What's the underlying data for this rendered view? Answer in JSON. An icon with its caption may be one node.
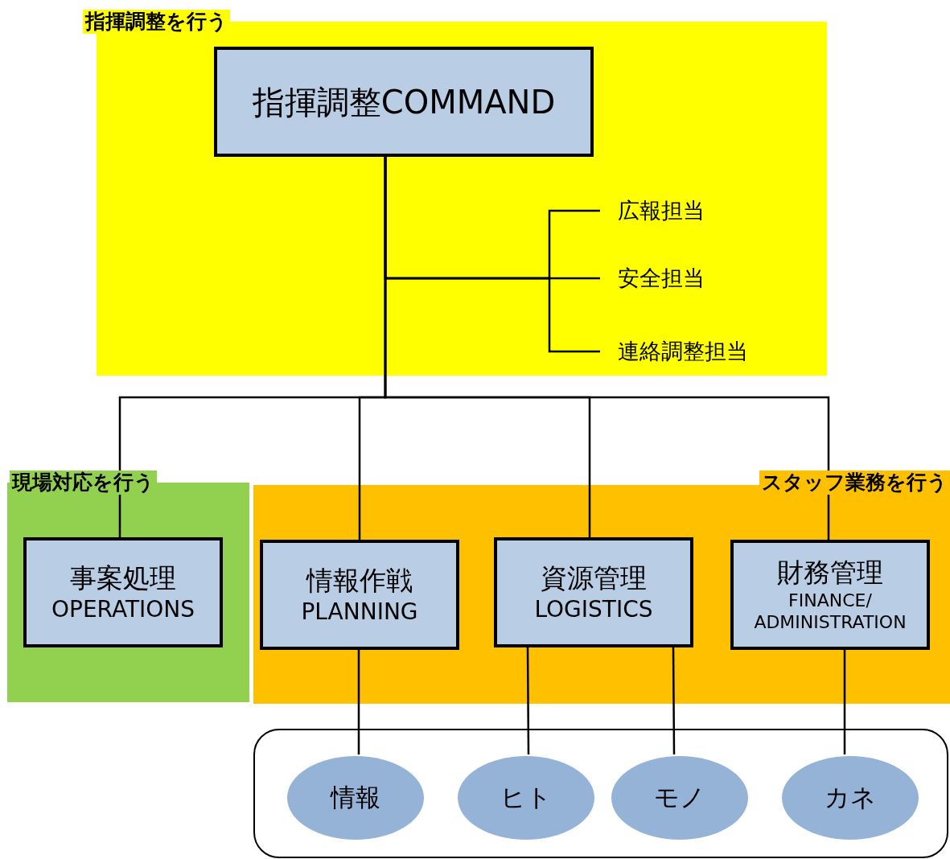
{
  "diagram": {
    "nodes": [
      {
        "text": [
          "指揮調整を行う"
        ]
      },
      {
        "text": [
          "指揮調整COMMAND"
        ],
        "in": 0
      },
      {
        "text": [
          "広報担当"
        ],
        "in": 0
      },
      {
        "text": [
          "安全担当"
        ],
        "in": 0
      },
      {
        "text": [
          "連絡調整担当"
        ],
        "in": 0
      },
      {
        "text": [
          "現場対応を行う"
        ]
      },
      {
        "text": [
          "事案処理",
          "OPERATIONS"
        ],
        "in": 5
      },
      {
        "text": [
          "スタッフ業務を行う"
        ]
      },
      {
        "text": [
          "情報作戦",
          "PLANNING"
        ],
        "in": 7
      },
      {
        "text": [
          "資源管理",
          "LOGISTICS"
        ],
        "in": 7
      },
      {
        "text": [
          "財務管理",
          "FINANCE/ ADMINISTRATION"
        ],
        "in": 7
      },
      {
        "text": [],
        "shape": "box"
      },
      {
        "text": [
          "情報"
        ],
        "in": 11
      },
      {
        "text": [
          "ヒト"
        ],
        "in": 11
      },
      {
        "text": [
          "モノ"
        ],
        "in": 11
      },
      {
        "text": [
          "カネ"
        ],
        "in": 11
      }
    ],
    "edges": [
      {
        "from": 1,
        "to": 2,
        "arrow": "none"
      },
      {
        "from": 1,
        "to": 3,
        "arrow": "none"
      },
      {
        "from": 1,
        "to": 4,
        "arrow": "none"
      },
      {
        "from": 1,
        "to": 6,
        "arrow": "none"
      },
      {
        "from": 1,
        "to": 8,
        "arrow": "none"
      },
      {
        "from": 1,
        "to": 9,
        "arrow": "none"
      },
      {
        "from": 1,
        "to": 10,
        "arrow": "none"
      },
      {
        "from": 8,
        "to": 12,
        "arrow": "none"
      },
      {
        "from": 9,
        "to": 13,
        "arrow": "none"
      },
      {
        "from": 9,
        "to": 14,
        "arrow": "none"
      },
      {
        "from": 10,
        "to": 15,
        "arrow": "none"
      }
    ]
  }
}
